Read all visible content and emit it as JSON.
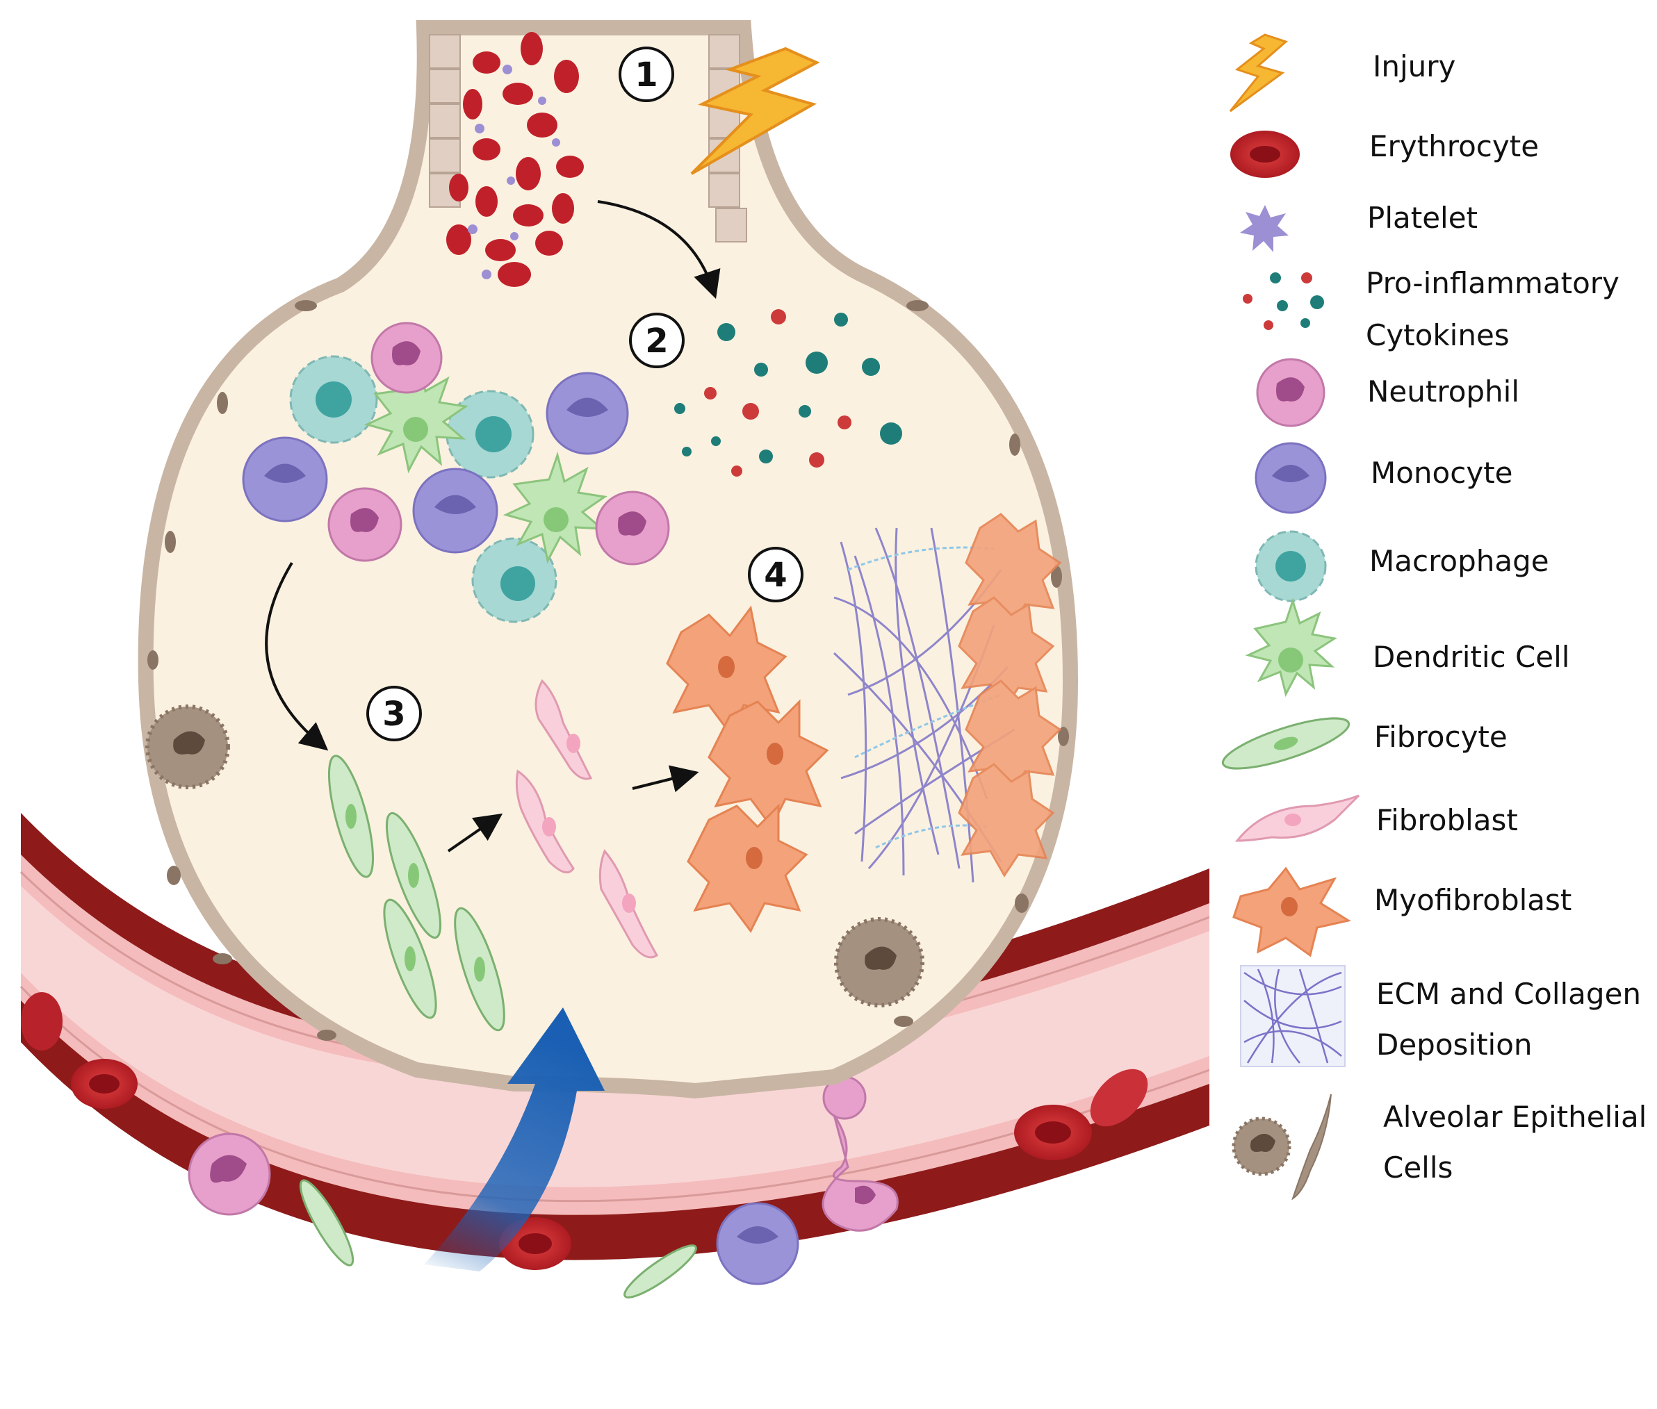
{
  "steps": [
    {
      "number": "1"
    },
    {
      "number": "2"
    },
    {
      "number": "3"
    },
    {
      "number": "4"
    }
  ],
  "legend": {
    "items": [
      {
        "key": "injury",
        "lines": [
          "Injury"
        ],
        "icon": "lightning-icon"
      },
      {
        "key": "erythrocyte",
        "lines": [
          "Erythrocyte"
        ],
        "icon": "erythrocyte-icon"
      },
      {
        "key": "platelet",
        "lines": [
          "Platelet"
        ],
        "icon": "platelet-icon"
      },
      {
        "key": "cytokines",
        "lines": [
          "Pro-inflammatory",
          "Cytokines"
        ],
        "icon": "cytokines-icon"
      },
      {
        "key": "neutrophil",
        "lines": [
          "Neutrophil"
        ],
        "icon": "neutrophil-icon"
      },
      {
        "key": "monocyte",
        "lines": [
          "Monocyte"
        ],
        "icon": "monocyte-icon"
      },
      {
        "key": "macrophage",
        "lines": [
          "Macrophage"
        ],
        "icon": "macrophage-icon"
      },
      {
        "key": "dendritic",
        "lines": [
          "Dendritic Cell"
        ],
        "icon": "dendritic-cell-icon"
      },
      {
        "key": "fibrocyte",
        "lines": [
          "Fibrocyte"
        ],
        "icon": "fibrocyte-icon"
      },
      {
        "key": "fibroblast",
        "lines": [
          "Fibroblast"
        ],
        "icon": "fibroblast-icon"
      },
      {
        "key": "myofibroblast",
        "lines": [
          "Myofibroblast"
        ],
        "icon": "myofibroblast-icon"
      },
      {
        "key": "ecm",
        "lines": [
          "ECM and Collagen",
          "Deposition"
        ],
        "icon": "collagen-icon"
      },
      {
        "key": "alveolar",
        "lines": [
          "Alveolar Epithelial",
          "Cells"
        ],
        "icon": "alveolar-epithelial-icon"
      }
    ]
  },
  "colors": {
    "alveolus_fill": "#fbf1e0",
    "alveolus_wall": "#c9b5a4",
    "vessel_outer": "#8e1a1a",
    "vessel_lumen": "#f7c9c9",
    "erythrocyte": "#c0202a",
    "platelet": "#9d8fd3",
    "cytokine_red": "#cc3a3a",
    "cytokine_teal": "#1e7d78",
    "neutrophil": "#e7a0cc",
    "monocyte": "#9b93d8",
    "macrophage": "#a7d8d4",
    "dendritic": "#bfe6b4",
    "fibrocyte": "#cfeac8",
    "fibroblast": "#f9cfdc",
    "myofibroblast": "#f3a27a",
    "collagen": "#7b73c8",
    "alveolar_cell": "#a49180",
    "injury": "#f6b733",
    "migration_arrow": "#1a63b8"
  }
}
